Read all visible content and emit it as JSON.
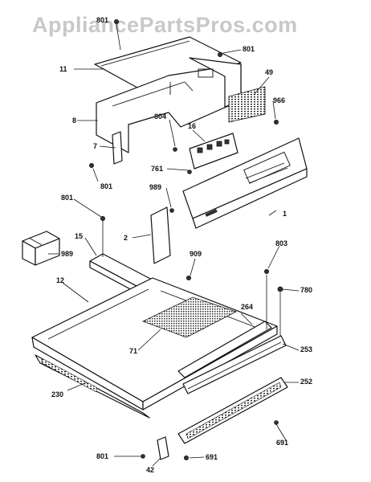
{
  "watermark": "AppliancePartsPros.com",
  "labels": {
    "l801_top": "801",
    "l11": "11",
    "l801_r": "801",
    "l49": "49",
    "l966": "966",
    "l8": "8",
    "l804": "804",
    "l16": "16",
    "l7": "7",
    "l801_mid": "801",
    "l761": "761",
    "l989": "989",
    "l1": "1",
    "l801_left": "801",
    "l15": "15",
    "l2": "2",
    "l909": "909",
    "l803": "803",
    "l989_box": "989",
    "l780": "780",
    "l12": "12",
    "l264": "264",
    "l71": "71",
    "l253": "253",
    "l252": "252",
    "l230": "230",
    "l691_r": "691",
    "l801_bot": "801",
    "l691_bot": "691",
    "l42": "42"
  }
}
